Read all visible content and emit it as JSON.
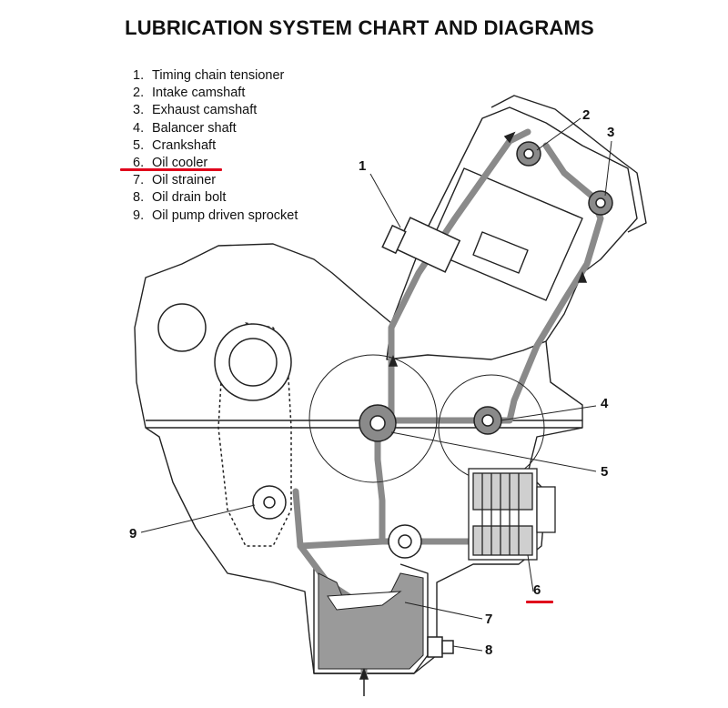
{
  "title": "LUBRICATION SYSTEM CHART AND DIAGRAMS",
  "legend": [
    {
      "num": "1.",
      "label": "Timing chain tensioner"
    },
    {
      "num": "2.",
      "label": "Intake camshaft"
    },
    {
      "num": "3.",
      "label": "Exhaust camshaft"
    },
    {
      "num": "4.",
      "label": "Balancer shaft"
    },
    {
      "num": "5.",
      "label": "Crankshaft"
    },
    {
      "num": "6.",
      "label": "Oil cooler"
    },
    {
      "num": "7.",
      "label": "Oil strainer"
    },
    {
      "num": "8.",
      "label": "Oil drain bolt"
    },
    {
      "num": "9.",
      "label": "Oil pump driven sprocket"
    }
  ],
  "callouts": {
    "c1": "1",
    "c2": "2",
    "c3": "3",
    "c4": "4",
    "c5": "5",
    "c6": "6",
    "c7": "7",
    "c8": "8",
    "c9": "9"
  },
  "colors": {
    "highlight": "#e0001b",
    "oil": "#8a8a8a",
    "line": "#222222"
  }
}
